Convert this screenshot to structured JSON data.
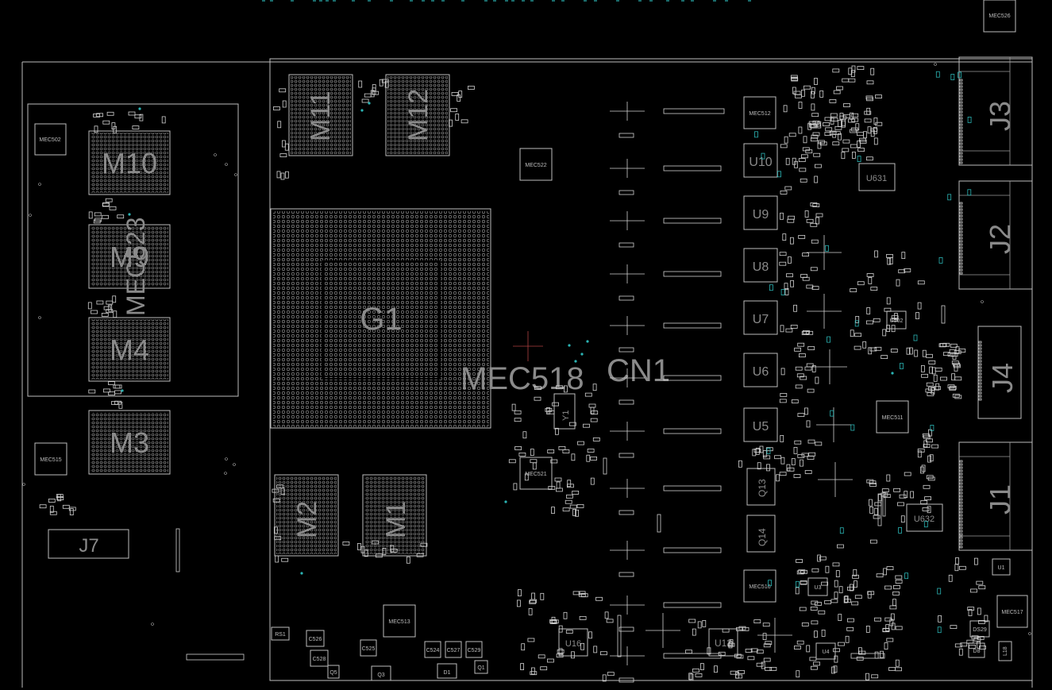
{
  "board": {
    "title": "",
    "components": {
      "large": [
        {
          "id": "g1",
          "label": "G1"
        },
        {
          "id": "m10",
          "label": "M10"
        },
        {
          "id": "m9",
          "label": "M9"
        },
        {
          "id": "m4",
          "label": "M4"
        },
        {
          "id": "m3",
          "label": "M3"
        },
        {
          "id": "m11",
          "label": "M11"
        },
        {
          "id": "m12",
          "label": "M12"
        },
        {
          "id": "m2",
          "label": "M2"
        },
        {
          "id": "m1",
          "label": "M1"
        },
        {
          "id": "j7",
          "label": "J7"
        },
        {
          "id": "j3",
          "label": "J3"
        },
        {
          "id": "j2",
          "label": "J2"
        },
        {
          "id": "j4",
          "label": "J4"
        },
        {
          "id": "j1",
          "label": "J1"
        },
        {
          "id": "mec518",
          "label": "MEC518"
        },
        {
          "id": "cn1",
          "label": "CN1"
        },
        {
          "id": "mec523",
          "label": "MEC523"
        }
      ],
      "regulators": [
        {
          "id": "u10",
          "label": "U10"
        },
        {
          "id": "u9",
          "label": "U9"
        },
        {
          "id": "u8",
          "label": "U8"
        },
        {
          "id": "u7",
          "label": "U7"
        },
        {
          "id": "u6",
          "label": "U6"
        },
        {
          "id": "u5",
          "label": "U5"
        }
      ],
      "small": [
        {
          "id": "mec502",
          "label": "MEC502"
        },
        {
          "id": "mec515",
          "label": "MEC515"
        },
        {
          "id": "mec512",
          "label": "MEC512"
        },
        {
          "id": "mec522",
          "label": "MEC522"
        },
        {
          "id": "mec521",
          "label": "MEC521"
        },
        {
          "id": "mec513",
          "label": "MEC513"
        },
        {
          "id": "mec516",
          "label": "MEC516"
        },
        {
          "id": "mec511",
          "label": "MEC511"
        },
        {
          "id": "mec517",
          "label": "MEC517"
        },
        {
          "id": "mec526",
          "label": "MEC526"
        },
        {
          "id": "u631",
          "label": "U631"
        },
        {
          "id": "u632",
          "label": "U632"
        },
        {
          "id": "u502",
          "label": "U502"
        },
        {
          "id": "u16",
          "label": "U16"
        },
        {
          "id": "u13",
          "label": "U13"
        },
        {
          "id": "u3",
          "label": "U3"
        },
        {
          "id": "u4",
          "label": "U4"
        },
        {
          "id": "u1",
          "label": "U1"
        },
        {
          "id": "y1",
          "label": "Y1"
        },
        {
          "id": "q13",
          "label": "Q13"
        },
        {
          "id": "q14",
          "label": "Q14"
        },
        {
          "id": "q3",
          "label": "Q3"
        },
        {
          "id": "d1",
          "label": "D1"
        },
        {
          "id": "rs1",
          "label": "RS1"
        },
        {
          "id": "c526",
          "label": "C526"
        },
        {
          "id": "c528",
          "label": "C528"
        },
        {
          "id": "c525",
          "label": "C525"
        },
        {
          "id": "c524",
          "label": "C524"
        },
        {
          "id": "c527",
          "label": "C527"
        },
        {
          "id": "c529",
          "label": "C529"
        },
        {
          "id": "q5",
          "label": "Q5"
        },
        {
          "id": "q1",
          "label": "Q1"
        },
        {
          "id": "ds29",
          "label": "DS29"
        },
        {
          "id": "d8",
          "label": "D8"
        },
        {
          "id": "l18",
          "label": "L18"
        }
      ]
    },
    "colors": {
      "background": "#000000",
      "outline": "#bdbdbd",
      "silkscreen_label": "#8a8a8a",
      "via": "#2bb5b5",
      "marker": "#b04040"
    }
  }
}
